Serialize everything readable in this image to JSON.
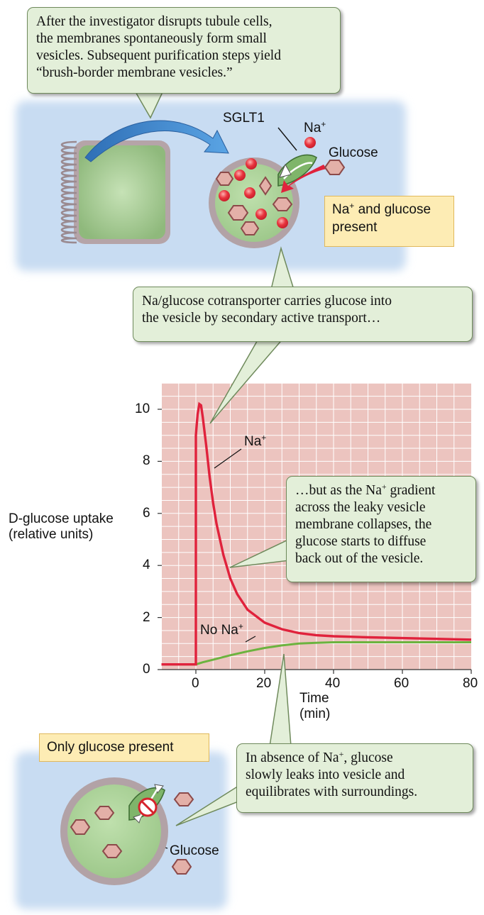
{
  "callouts": {
    "top": {
      "line1": "After the investigator disrupts tubule cells,",
      "line2": "the membranes spontaneously form small",
      "line3": "vesicles. Subsequent purification steps yield",
      "line4": "“brush-border membrane vesicles.”"
    },
    "middle": {
      "line1": "Na/glucose cotransporter carries glucose into",
      "line2": "the vesicle by secondary active transport…"
    },
    "right": {
      "line1_pre": "…but as the Na",
      "line1_sup": "+",
      "line1_post": " gradient",
      "line2": "across the leaky vesicle",
      "line3": "membrane collapses, the",
      "line4": "glucose starts to diffuse",
      "line5": "back out of the vesicle."
    },
    "bottom": {
      "line1_pre": "In absence of Na",
      "line1_sup": "+",
      "line1_post": ", glucose",
      "line2": "slowly leaks into vesicle and",
      "line3": "equilibrates with surroundings."
    }
  },
  "tags": {
    "na_glucose": {
      "line1_pre": "Na",
      "line1_sup": "+",
      "line1_post": " and glucose",
      "line2": "present"
    },
    "only_glucose": {
      "label": "Only glucose present"
    }
  },
  "labels": {
    "sglt1": "SGLT1",
    "na_top": "Na",
    "na_top_sup": "+",
    "glucose_top": "Glucose",
    "glucose_bottom": "Glucose"
  },
  "colors": {
    "background_panel": "#c8dcf2",
    "plot_background": "#ecc4bf",
    "na_curve": "#e0223c",
    "no_na_curve": "#6cb33f",
    "vesicle_fill": "#a9cf9a",
    "membrane": "#b2a2a6",
    "sodium": "#e8343e",
    "glucose": "#e3b0a8",
    "callout_fill": "#e3efd9",
    "tag_fill": "#fdecb4",
    "arrow_blue": "#3b86cc"
  },
  "chart_data": {
    "type": "line",
    "xlabel_line1": "Time",
    "xlabel_line2": "(min)",
    "ylabel_line1": "D-glucose uptake",
    "ylabel_line2": "(relative units)",
    "xlim": [
      -10,
      80
    ],
    "ylim": [
      0,
      11
    ],
    "x_ticks": [
      "0",
      "20",
      "40",
      "60",
      "80"
    ],
    "x_tick_values": [
      0,
      20,
      40,
      60,
      80
    ],
    "y_ticks": [
      "0",
      "2",
      "4",
      "6",
      "8",
      "10"
    ],
    "y_tick_values": [
      0,
      2,
      4,
      6,
      8,
      10
    ],
    "grid": true,
    "series": [
      {
        "name": "Na+",
        "label_pre": "Na",
        "label_sup": "+",
        "x": [
          -10,
          -5,
          0,
          0,
          0.5,
          1,
          1.5,
          2,
          3,
          4,
          5,
          6,
          8,
          10,
          12,
          15,
          20,
          25,
          30,
          35,
          40,
          50,
          60,
          70,
          80
        ],
        "y": [
          0.2,
          0.2,
          0.2,
          9.0,
          9.8,
          10.2,
          10.15,
          9.7,
          8.6,
          7.4,
          6.4,
          5.6,
          4.4,
          3.5,
          2.9,
          2.3,
          1.8,
          1.55,
          1.4,
          1.32,
          1.28,
          1.24,
          1.21,
          1.18,
          1.15
        ]
      },
      {
        "name": "No Na+",
        "label_pre": "No Na",
        "label_sup": "+",
        "x": [
          -10,
          0,
          2,
          5,
          10,
          15,
          20,
          25,
          30,
          35,
          40,
          50,
          60,
          70,
          80
        ],
        "y": [
          0.2,
          0.2,
          0.28,
          0.38,
          0.55,
          0.7,
          0.83,
          0.93,
          1.0,
          1.03,
          1.05,
          1.05,
          1.05,
          1.05,
          1.05
        ]
      }
    ]
  }
}
